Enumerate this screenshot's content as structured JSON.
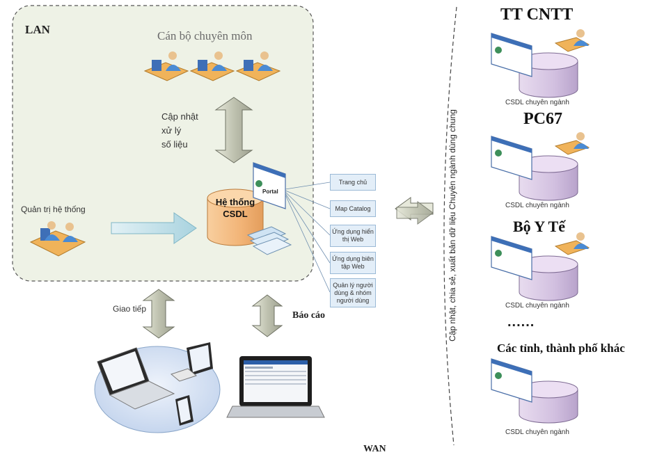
{
  "lan": {
    "label": "LAN",
    "staff_title": "Cán bộ chuyên môn",
    "update_label_lines": [
      "Cập nhật",
      "xử lý",
      "số liệu"
    ],
    "admin_label": "Quản trị hệ thống",
    "db_label_lines": [
      "Hệ thống",
      "CSDL"
    ],
    "portal_label": "Portal"
  },
  "portal_boxes": [
    "Trang chủ",
    "Map Catalog",
    "Ứng dụng hiển thị Web",
    "Ứng dụng biên tập Web",
    "Quản lý người dùng & nhóm người dùng"
  ],
  "bottom": {
    "comm_label": "Giao tiếp",
    "report_label": "Báo cáo",
    "wan_label": "WAN"
  },
  "wan_side": {
    "vertical_label": "Cập nhật, chia sẻ, xuất bản dữ liệu Chuyên ngành dùng chung",
    "ellipsis": "......",
    "sites": [
      {
        "title": "TT CNTT",
        "caption": "CSDL chuyên ngành"
      },
      {
        "title": "PC67",
        "caption": "CSDL chuyên ngành"
      },
      {
        "title": "Bộ Y Tế",
        "caption": "CSDL chuyên ngành"
      },
      {
        "title": "Các tỉnh, thành phố khác",
        "caption": "CSDL chuyên ngành"
      }
    ]
  },
  "colors": {
    "lan_bg": "#eef2e6",
    "arrow_fill": "#c9ccb8",
    "arrow_blue": "#bcdde6",
    "db_orange": "#f5bf86",
    "db_purple": "#d9c9e6",
    "box_fill": "#e3eef8",
    "person_blue": "#4a8bd4"
  }
}
